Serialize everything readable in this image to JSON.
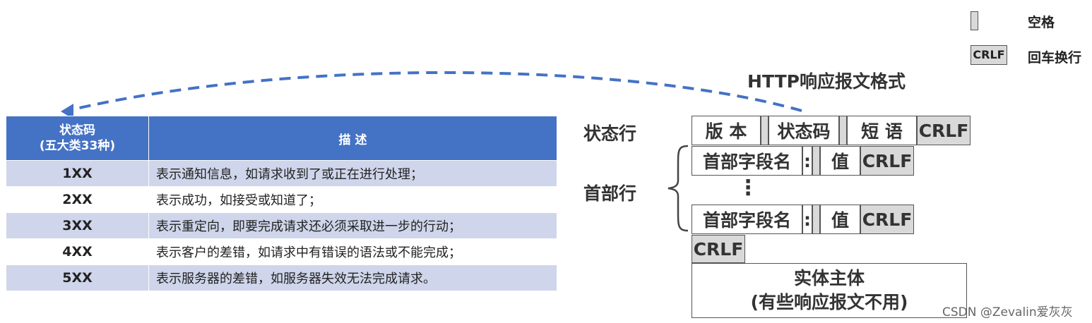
{
  "legend": {
    "space_label": "空格",
    "crlf_swatch_text": "CRLF",
    "crlf_label": "回车换行"
  },
  "title": "HTTP响应报文格式",
  "table": {
    "headers": {
      "code": [
        "状态码",
        "(五大类33种)"
      ],
      "desc": "描 述"
    },
    "rows": [
      {
        "code": "1XX",
        "desc": "表示通知信息，如请求收到了或正在进行处理；"
      },
      {
        "code": "2XX",
        "desc": "表示成功，如接受或知道了；"
      },
      {
        "code": "3XX",
        "desc": "表示重定向，即要完成请求还必须采取进一步的行动；"
      },
      {
        "code": "4XX",
        "desc": "表示客户的差错，如请求中有错误的语法或不能完成；"
      },
      {
        "code": "5XX",
        "desc": "表示服务器的差错，如服务器失效无法完成请求。"
      }
    ]
  },
  "format": {
    "status_line_label": "状态行",
    "header_lines_label": "首部行",
    "status_line": {
      "version": "版 本",
      "status_code": "状态码",
      "phrase": "短 语",
      "crlf": "CRLF"
    },
    "header_line": {
      "name": "首部字段名",
      "colon": ":",
      "value": "值",
      "crlf": "CRLF"
    },
    "vdots": "⋮",
    "blank_line_crlf": "CRLF",
    "body": [
      "实体主体",
      "(有些响应报文不用)"
    ]
  },
  "watermark": "CSDN @Zevalin爱灰灰",
  "colors": {
    "arrow": "#4472c4",
    "table_header": "#4472c4",
    "table_stripe": "#cfd5ea",
    "crlf_fill": "#d9d9d9"
  }
}
